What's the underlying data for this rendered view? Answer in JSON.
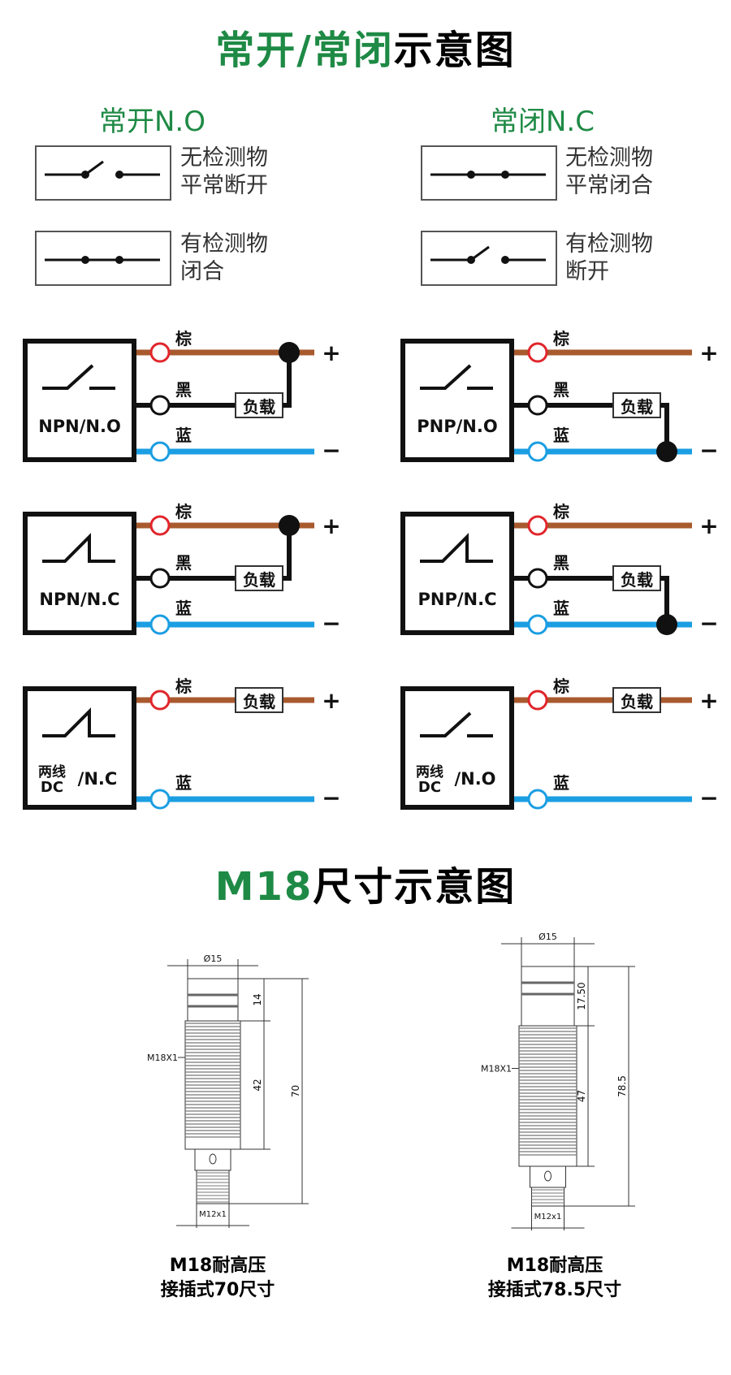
{
  "header": {
    "title_green": "常开/常闭",
    "title_black": "示意图"
  },
  "no_section": {
    "title": "常开N.O",
    "states": [
      {
        "text": "无检测物\n平常断开",
        "switch": "open"
      },
      {
        "text": "有检测物\n闭合",
        "switch": "closed"
      }
    ]
  },
  "nc_section": {
    "title": "常闭N.C",
    "states": [
      {
        "text": "无检测物\n平常闭合",
        "switch": "closed"
      },
      {
        "text": "有检测物\n断开",
        "switch": "open"
      }
    ]
  },
  "wiring": {
    "wire_labels": {
      "brown": "棕",
      "black": "黑",
      "blue": "蓝"
    },
    "load_label": "负载",
    "plus": "+",
    "minus": "−",
    "colors": {
      "brown": "#a85a2e",
      "blue": "#1b9ee2",
      "black": "#111111",
      "red_ring": "#e0262b"
    },
    "diagrams": [
      {
        "label": "NPN/N.O",
        "type": "npn",
        "switch": "no"
      },
      {
        "label": "PNP/N.O",
        "type": "pnp",
        "switch": "no"
      },
      {
        "label": "NPN/N.C",
        "type": "npn",
        "switch": "nc"
      },
      {
        "label": "PNP/N.C",
        "type": "pnp",
        "switch": "nc"
      },
      {
        "label_top": "两线",
        "label_bottom": "DC",
        "label_suffix": "/N.C",
        "type": "2wire",
        "switch": "nc"
      },
      {
        "label_top": "两线",
        "label_bottom": "DC",
        "label_suffix": "/N.O",
        "type": "2wire",
        "switch": "no"
      }
    ]
  },
  "dimensions": {
    "title_green": "M18",
    "title_black": "尺寸示意图",
    "drawings": [
      {
        "diameter": "Ø15",
        "head": "14",
        "thread": "42",
        "total": "70",
        "thread_spec": "M18X1",
        "connector": "M12x1",
        "caption1": "M18耐高压",
        "caption2": "接插式70尺寸"
      },
      {
        "diameter": "Ø15",
        "head": "17.50",
        "thread": "47",
        "total": "78.5",
        "thread_spec": "M18X1",
        "connector": "M12x1",
        "caption1": "M18耐高压",
        "caption2": "接插式78.5尺寸"
      }
    ]
  }
}
